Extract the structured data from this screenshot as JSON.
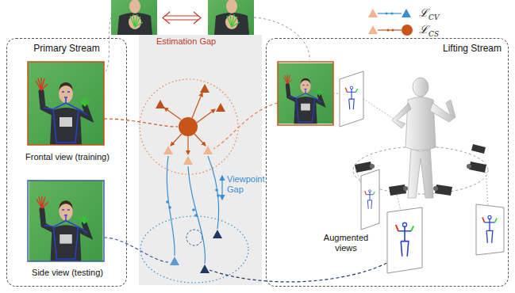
{
  "diagram": {
    "nodes": [
      {
        "text": [
          "Primary Stream"
        ]
      },
      {
        "text": [
          "Frontal view (training)"
        ],
        "in": 0
      },
      {
        "text": [
          "Side view (testing)"
        ],
        "in": 0
      },
      {
        "text": [
          "Lifting Stream"
        ]
      }
    ],
    "labels": [
      "Estimation Gap",
      "Viewpoint Gap",
      "Augmented views"
    ],
    "legend": [
      {
        "text": "ℒCV"
      },
      {
        "text": "ℒCS"
      }
    ]
  }
}
